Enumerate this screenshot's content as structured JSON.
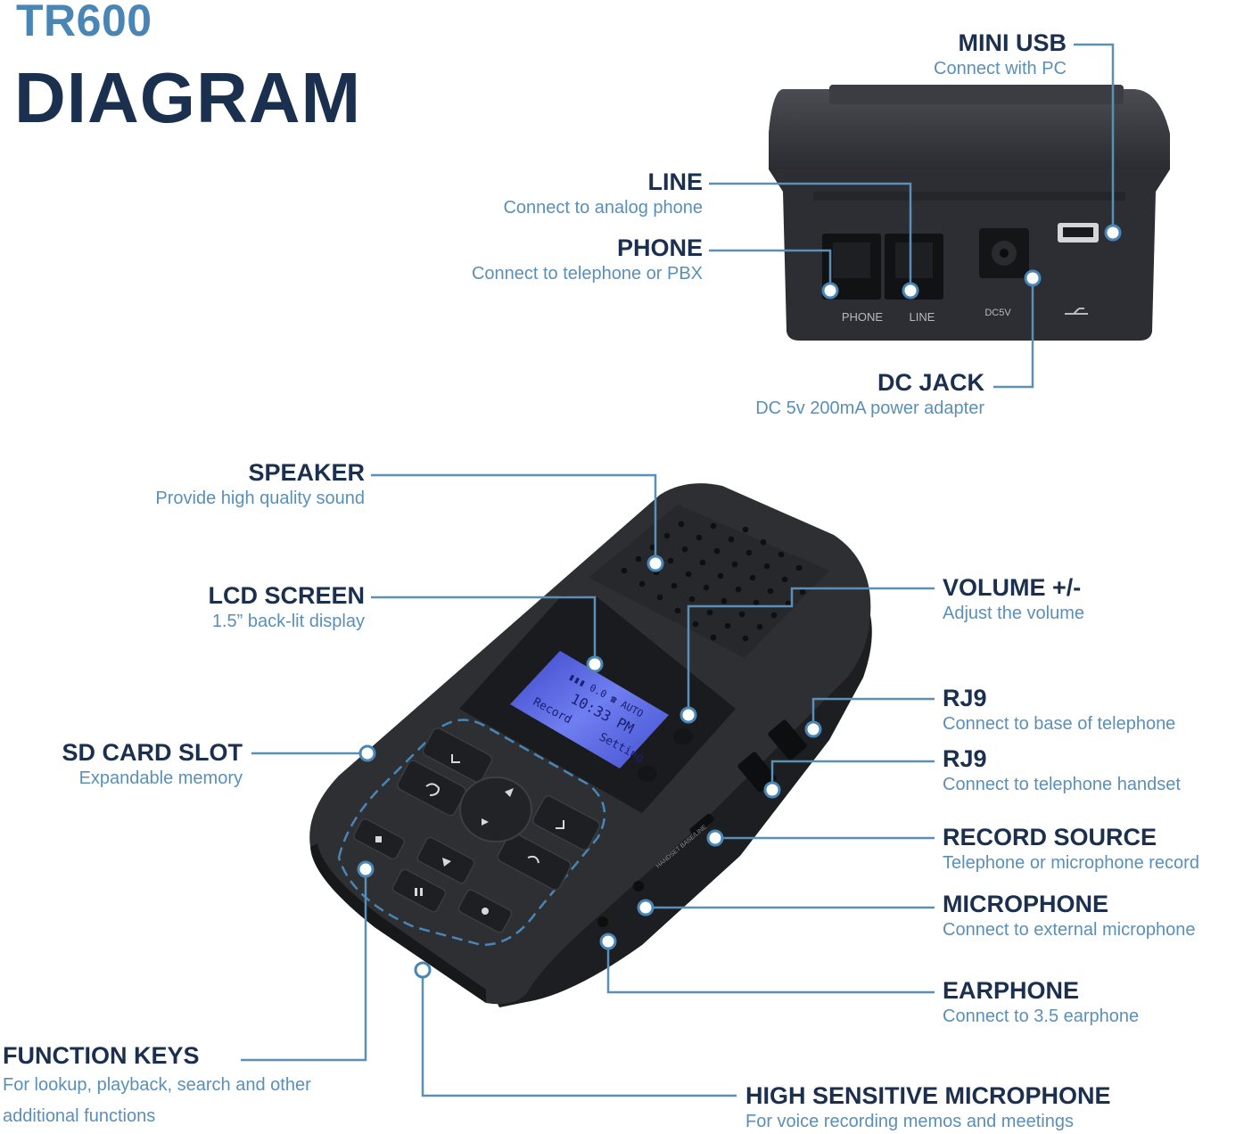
{
  "header": {
    "model": "TR600",
    "title": "DIAGRAM"
  },
  "device_back": {
    "port_labels": [
      "PHONE",
      "LINE",
      "DC5V"
    ]
  },
  "lcd": {
    "status": "10:33 PM",
    "left": "Record",
    "right": "Setting"
  },
  "side_label": "HANDSET  BASE/LINE",
  "callouts": {
    "mini_usb": {
      "title": "MINI USB",
      "desc": "Connect with PC"
    },
    "line": {
      "title": "LINE",
      "desc": "Connect to analog phone"
    },
    "phone": {
      "title": "PHONE",
      "desc": "Connect to telephone or PBX"
    },
    "dc_jack": {
      "title": "DC JACK",
      "desc": "DC 5v 200mA power adapter"
    },
    "speaker": {
      "title": "SPEAKER",
      "desc": "Provide high quality sound"
    },
    "lcd_screen": {
      "title": "LCD SCREEN",
      "desc": "1.5” back-lit display"
    },
    "sd_card": {
      "title": "SD CARD SLOT",
      "desc": "Expandable memory"
    },
    "volume": {
      "title": "VOLUME +/-",
      "desc": "Adjust the volume"
    },
    "rj9_base": {
      "title": "RJ9",
      "desc": "Connect to base of telephone"
    },
    "rj9_handset": {
      "title": "RJ9",
      "desc": "Connect to telephone handset"
    },
    "record_source": {
      "title": "RECORD SOURCE",
      "desc": "Telephone or microphone record"
    },
    "microphone": {
      "title": "MICROPHONE",
      "desc": "Connect to external microphone"
    },
    "earphone": {
      "title": "EARPHONE",
      "desc": "Connect to 3.5 earphone"
    },
    "function_keys": {
      "title": "FUNCTION KEYS",
      "desc_line1": "For lookup, playback, search and other",
      "desc_line2": "additional functions"
    },
    "hs_microphone": {
      "title": "HIGH SENSITIVE MICROPHONE",
      "desc": "For voice recording memos and meetings"
    }
  },
  "colors": {
    "navy": "#1b2f4e",
    "accent": "#4a86b5",
    "leader": "#5a8fb8",
    "device": "#2d2f33",
    "lcd": "#4f5fd8"
  }
}
